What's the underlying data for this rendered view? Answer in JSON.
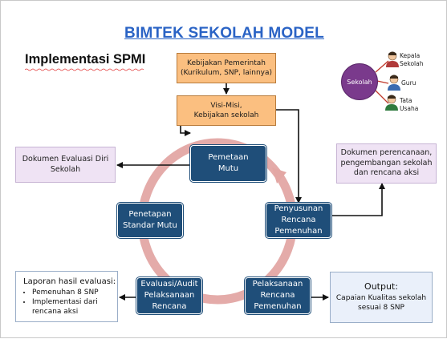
{
  "title": "BIMTEK SEKOLAH MODEL",
  "subtitle": "Implementasi SPMI",
  "boxes": {
    "kebijakan_pemerintah": [
      "Kebijakan Pemerintah",
      "(Kurikulum, SNP, lainnya)"
    ],
    "visi_misi": [
      "Visi-Misi,",
      "Kebijakan sekolah"
    ],
    "pemetaan_mutu": [
      "Pemetaan",
      "Mutu"
    ],
    "penyusunan": [
      "Penyusunan",
      "Rencana",
      "Pemenuhan"
    ],
    "pelaksanaan": [
      "Pelaksanaan",
      "Rencana",
      "Pemenuhan"
    ],
    "evaluasi": [
      "Evaluasi/Audit",
      "Pelaksanaan",
      "Rencana"
    ],
    "penetapan": [
      "Penetapan",
      "Standar Mutu"
    ],
    "dokumen_evaluasi": [
      "Dokumen Evaluasi Diri",
      "Sekolah"
    ],
    "dokumen_perencanaan": [
      "Dokumen perencanaan,",
      "pengembangan sekolah",
      "dan rencana aksi"
    ],
    "laporan": {
      "heading": "Laporan hasil evaluasi:",
      "items": [
        "Pemenuhan 8 SNP",
        "Implementasi dari rencana aksi"
      ]
    },
    "output": [
      "Output:",
      "Capaian Kualitas  sekolah",
      "sesuai 8 SNP"
    ]
  },
  "actors": {
    "center": "Sekolah",
    "roles": [
      [
        "Kepala",
        "Sekolah"
      ],
      [
        "Guru"
      ],
      [
        "Tata",
        "Usaha"
      ]
    ]
  },
  "colors": {
    "title": "#2a63c5",
    "process_box": "#1f4e79",
    "policy_box": "#fbbf80",
    "cycle_ring": "#e3a7a4",
    "sekolah_circle": "#7a3a8c"
  },
  "icons": [
    "person-icon"
  ]
}
